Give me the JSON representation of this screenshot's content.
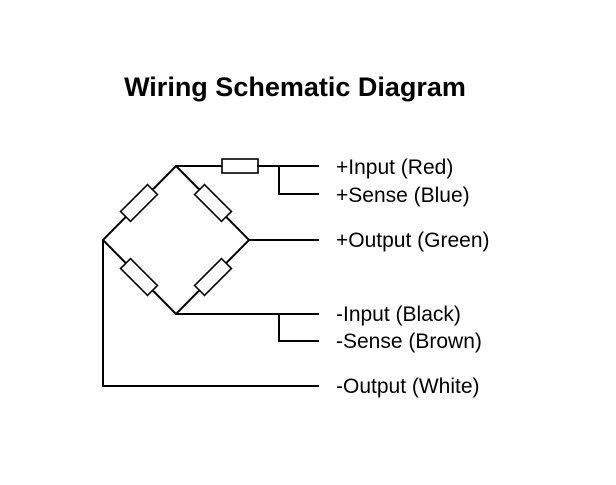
{
  "diagram": {
    "title": "Wiring Schematic Diagram",
    "terminals": [
      {
        "id": "plus-input",
        "label": "+Input (Red)"
      },
      {
        "id": "plus-sense",
        "label": "+Sense (Blue)"
      },
      {
        "id": "plus-output",
        "label": "+Output (Green)"
      },
      {
        "id": "minus-input",
        "label": "-Input (Black)"
      },
      {
        "id": "minus-sense",
        "label": "-Sense (Brown)"
      },
      {
        "id": "minus-output",
        "label": "-Output (White)"
      }
    ]
  }
}
